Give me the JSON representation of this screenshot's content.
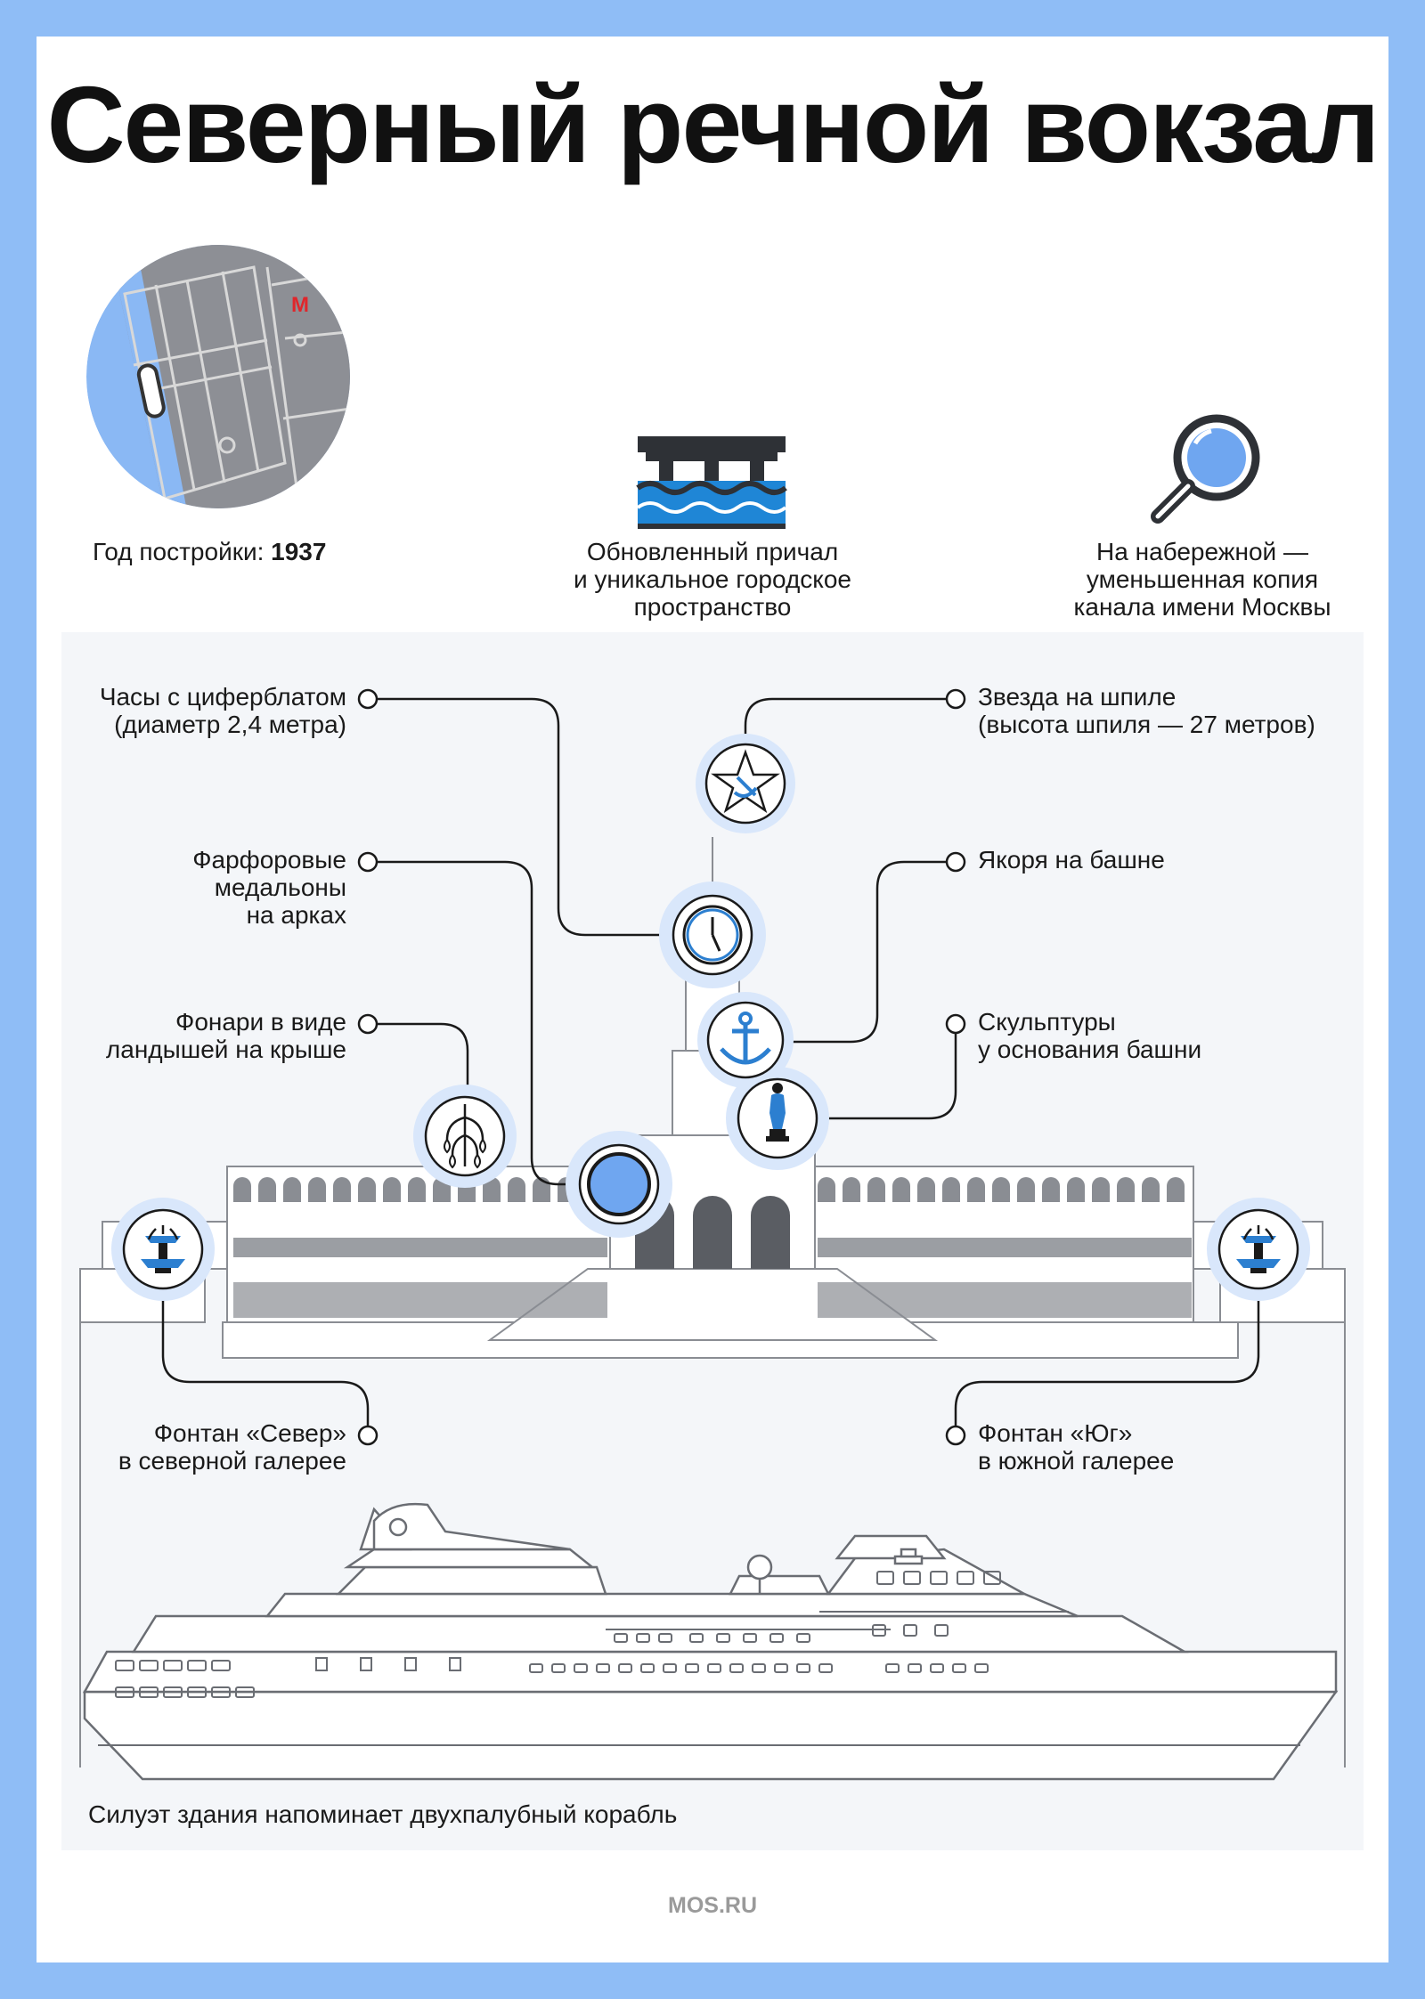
{
  "title": "Северный речной вокзал",
  "colors": {
    "border": "#8fbdf6",
    "accent": "#4a8fe0",
    "accent_light": "#cfe2fb",
    "map_gray": "#8d8f95",
    "line": "#1a1a1a",
    "panel": "#f4f6f9",
    "water": "#2c7fd0"
  },
  "facts": {
    "year_label": "Год постройки: ",
    "year_value": "1937",
    "pier_text": "Обновленный причал\nи уникальное городское\nпространство",
    "embankment_text": "На набережной —\nуменьшенная копия\nканала имени Москвы"
  },
  "icons": {
    "map": "location-map-icon",
    "pier": "pier-water-icon",
    "magnifier": "magnifier-icon",
    "metro": "metro-m-icon",
    "star": "star-hammer-sickle-icon",
    "clock": "clock-icon",
    "anchor": "anchor-icon",
    "statue": "statue-icon",
    "lily_lamp": "lily-of-valley-lamp-icon",
    "medallion": "medallion-icon",
    "fountain_north": "fountain-icon",
    "fountain_south": "fountain-icon"
  },
  "callouts": {
    "clock": "Часы с циферблатом\n(диаметр 2,4 метра)",
    "star": "Звезда на шпиле\n(высота шпиля — 27 метров)",
    "medallions": "Фарфоровые\nмедальоны\nна арках",
    "anchors": "Якоря на башне",
    "lamps": "Фонари в виде\nландышей на крыше",
    "sculptures": "Скульптуры\nу основания башни",
    "fountain_north": "Фонтан «Север»\nв северной галерее",
    "fountain_south": "Фонтан «Юг»\nв южной галерее"
  },
  "ship_caption": "Силуэт здания напоминает двухпалубный корабль",
  "footer": "MOS.RU"
}
